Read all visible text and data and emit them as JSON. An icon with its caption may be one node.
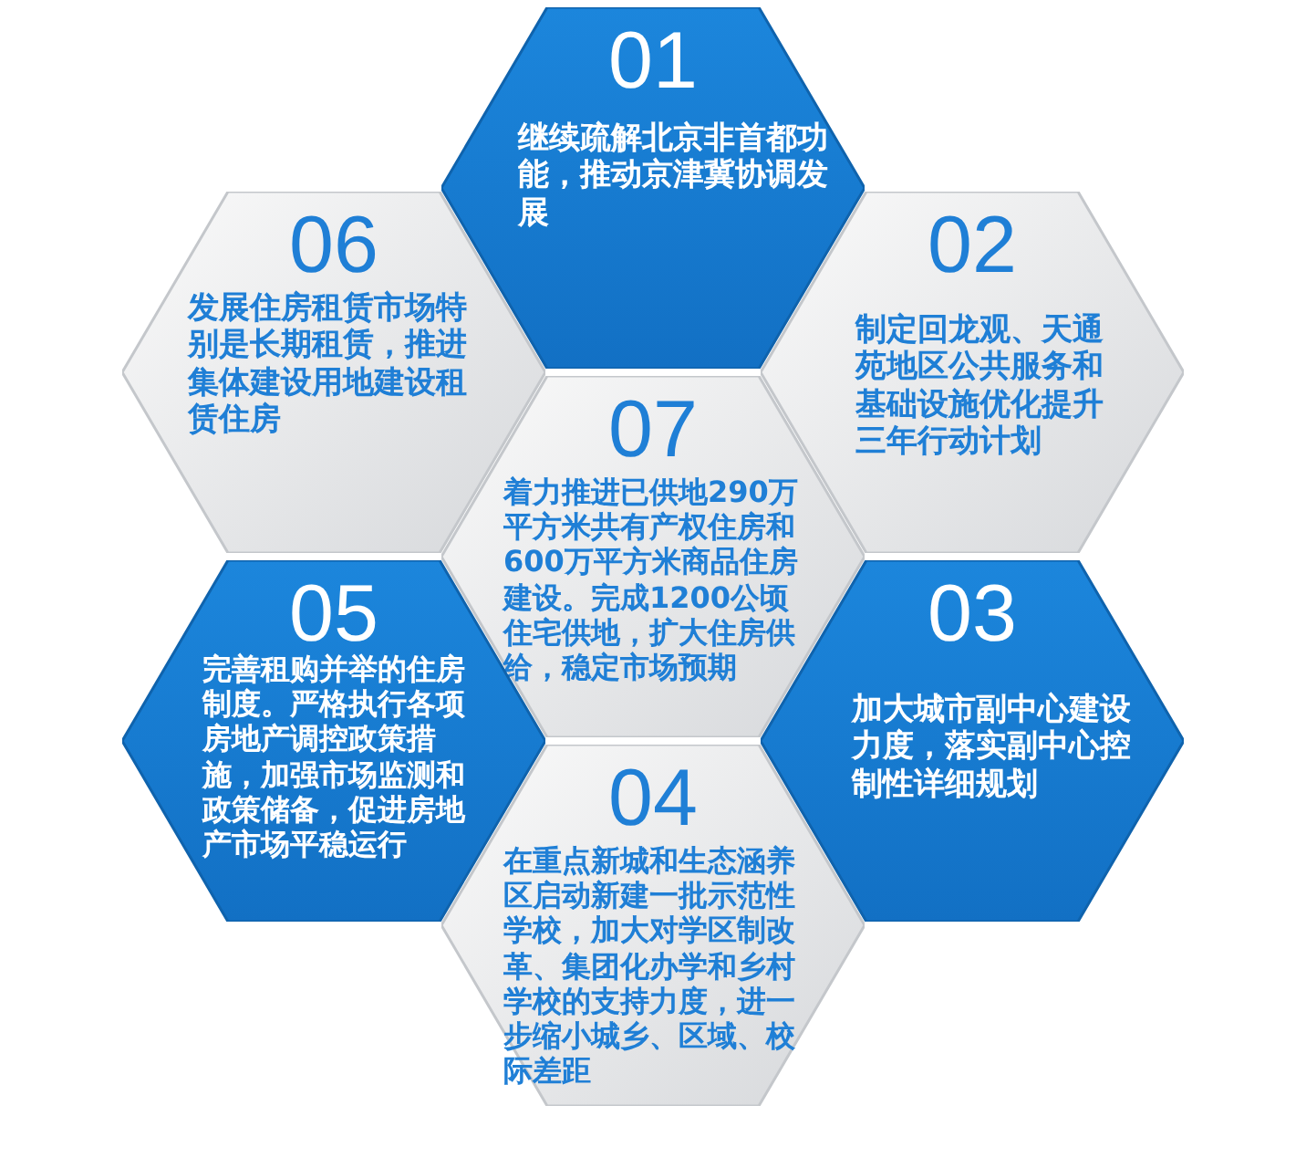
{
  "diagram": {
    "nodes": [
      {
        "text": [
          "01",
          "继续疏解北京非首都功能，推动京津冀协调发展"
        ]
      },
      {
        "text": [
          "06",
          "发展住房租赁市场特别是长期租赁，推进集体建设用地建设租赁住房"
        ]
      },
      {
        "text": [
          "02",
          "制定回龙观、天通苑地区公共服务和基础设施优化提升三年行动计划"
        ]
      },
      {
        "text": [
          "07",
          "着力推进已供地290万平方米共有产权住房和600万平方米商品住房建设。完成1200公顷住宅供地，扩大住房供给，稳定市场预期"
        ]
      },
      {
        "text": [
          "05",
          "完善租购并举的住房制度。严格执行各项房地产调控政策措施，加强市场监测和政策储备，促进房地产市场平稳运行"
        ]
      },
      {
        "text": [
          "03",
          "加大城市副中心建设力度，落实副中心控制性详细规划"
        ]
      },
      {
        "text": [
          "04",
          "在重点新城和生态涵养区启动新建一批示范性学校，加大对学区制改革、集团化办学和乡村学校的支持力度，进一步缩小城乡、区域、校际差距"
        ]
      }
    ]
  }
}
